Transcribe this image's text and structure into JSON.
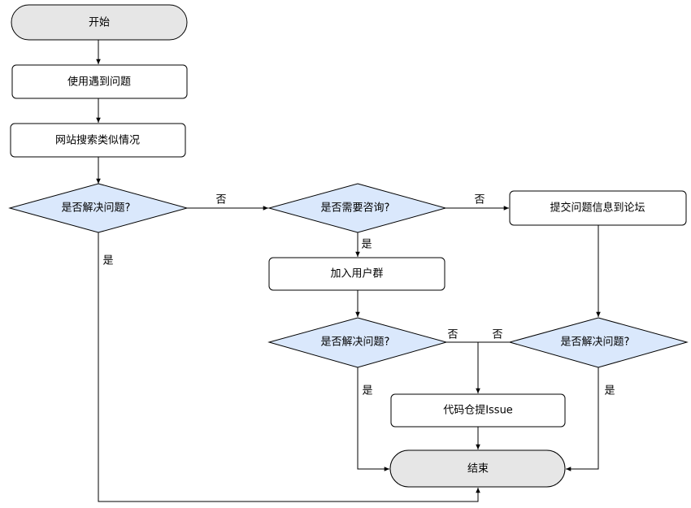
{
  "nodes": {
    "start": "开始",
    "encounter": "使用遇到问题",
    "search": "网站搜索类似情况",
    "solved1": "是否解决问题?",
    "consult": "是否需要咨询?",
    "forum": "提交问题信息到论坛",
    "join_group": "加入用户群",
    "solved2": "是否解决问题?",
    "solved3": "是否解决问题?",
    "issue": "代码仓提Issue",
    "end": "结束"
  },
  "edges": {
    "solved1_no": "否",
    "consult_no": "否",
    "solved1_yes": "是",
    "consult_yes": "是",
    "solved2_no": "否",
    "solved3_no": "否",
    "solved2_yes": "是",
    "solved3_yes": "是"
  },
  "colors": {
    "terminal_fill": "#e6e6e6",
    "decision_fill": "#dae8fc",
    "process_fill": "#ffffff",
    "stroke": "#000000"
  }
}
